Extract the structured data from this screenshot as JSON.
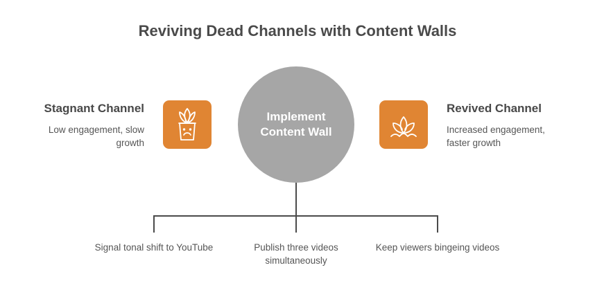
{
  "title": "Reviving Dead Channels with Content Walls",
  "left": {
    "title": "Stagnant Channel",
    "description": "Low engagement, slow growth",
    "icon": "sad-plant-icon"
  },
  "center": {
    "label": "Implement Content Wall"
  },
  "right": {
    "title": "Revived Channel",
    "description": "Increased engagement, faster growth",
    "icon": "lotus-icon"
  },
  "steps": [
    {
      "label": "Signal tonal shift to YouTube"
    },
    {
      "label": "Publish three videos simultaneously"
    },
    {
      "label": "Keep viewers bingeing videos"
    }
  ],
  "colors": {
    "accent": "#e08533",
    "circle": "#a6a6a6",
    "text": "#4a4a4a"
  }
}
